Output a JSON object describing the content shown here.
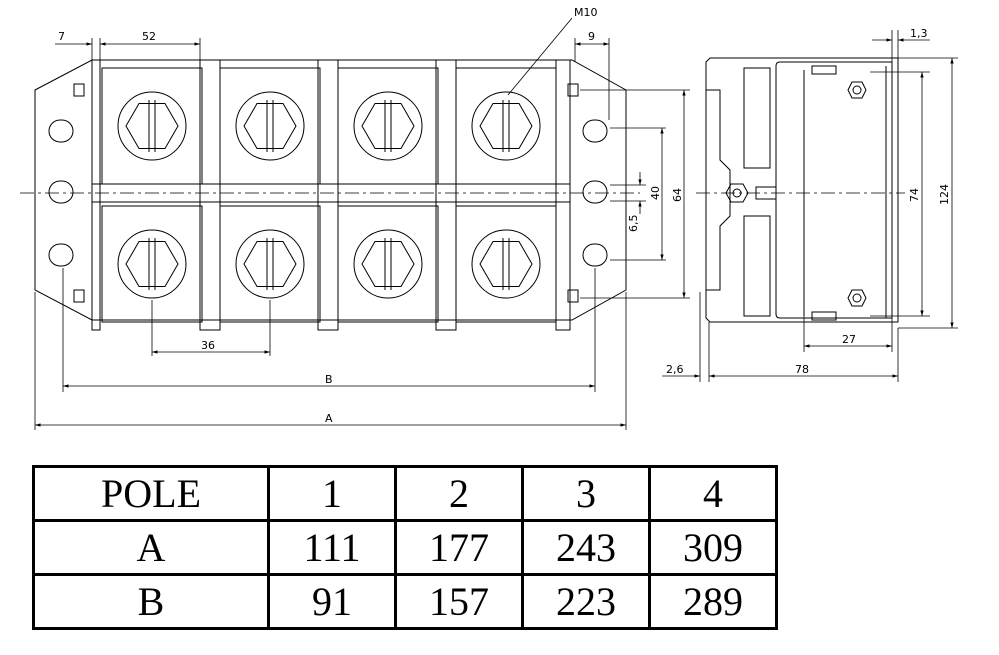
{
  "drawing": {
    "front_view": {
      "dimensions": {
        "pitch_7": "7",
        "width_52": "52",
        "pitch_36": "36",
        "length_B": "B",
        "length_A": "A",
        "offset_9": "9",
        "h_6_5": "6,5",
        "h_40": "40",
        "h_64": "64"
      },
      "screw_callout": "M10",
      "terminal_count": 4
    },
    "side_view": {
      "dimensions": {
        "t_1_3": "1,3",
        "h_74": "74",
        "h_124": "124",
        "d_27": "27",
        "d_2_6": "2,6",
        "d_78": "78"
      }
    }
  },
  "table": {
    "header_label": "POLE",
    "columns": [
      "1",
      "2",
      "3",
      "4"
    ],
    "rows": [
      {
        "label": "A",
        "values": [
          "111",
          "177",
          "243",
          "309"
        ]
      },
      {
        "label": "B",
        "values": [
          "91",
          "157",
          "223",
          "289"
        ]
      }
    ]
  }
}
